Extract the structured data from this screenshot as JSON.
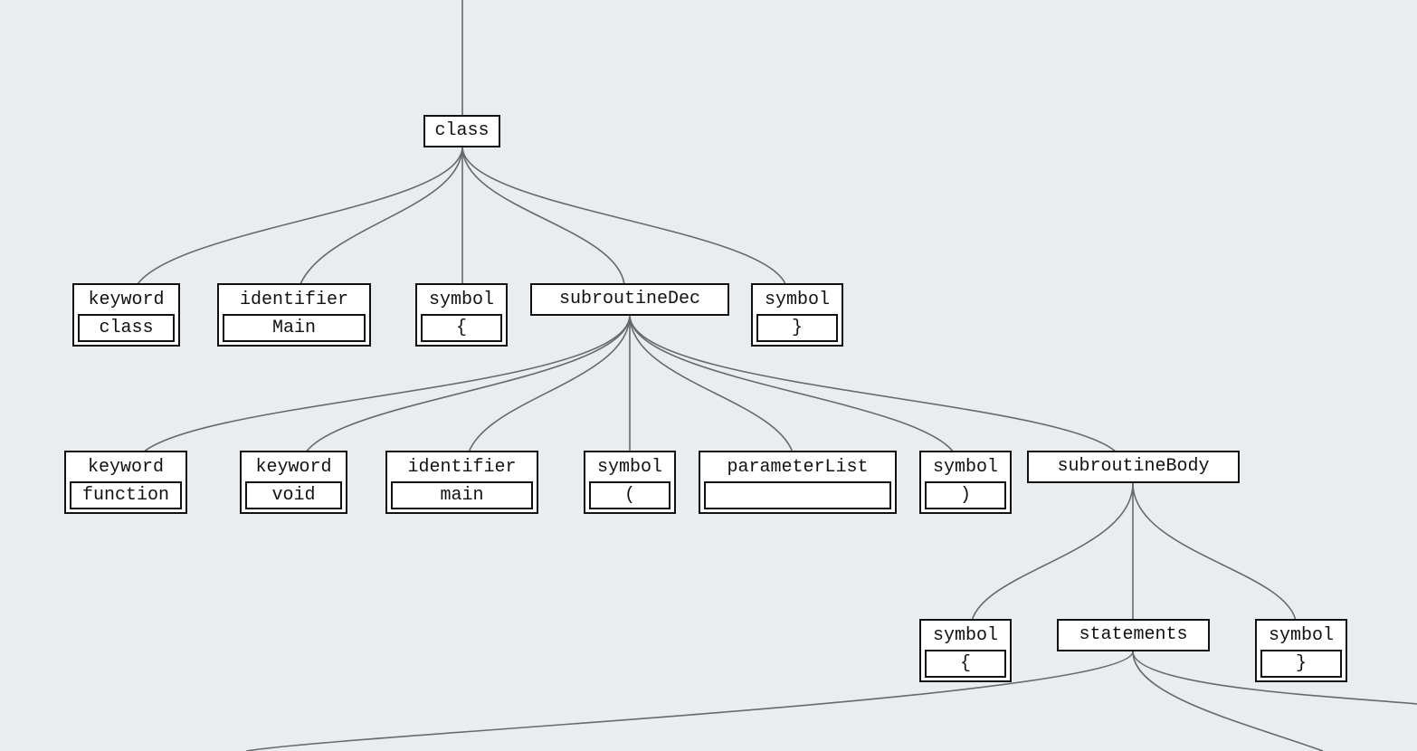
{
  "tree": {
    "class": "class",
    "class_children": [
      {
        "tag": "keyword",
        "value": "class"
      },
      {
        "tag": "identifier",
        "value": "Main"
      },
      {
        "tag": "symbol",
        "value": "{"
      },
      {
        "tag": "subroutineDec"
      },
      {
        "tag": "symbol",
        "value": "}"
      }
    ],
    "subroutine_children": [
      {
        "tag": "keyword",
        "value": "function"
      },
      {
        "tag": "keyword",
        "value": "void"
      },
      {
        "tag": "identifier",
        "value": "main"
      },
      {
        "tag": "symbol",
        "value": "("
      },
      {
        "tag": "parameterList",
        "value": ""
      },
      {
        "tag": "symbol",
        "value": ")"
      },
      {
        "tag": "subroutineBody"
      }
    ],
    "body_children": [
      {
        "tag": "symbol",
        "value": "{"
      },
      {
        "tag": "statements"
      },
      {
        "tag": "symbol",
        "value": "}"
      }
    ]
  }
}
